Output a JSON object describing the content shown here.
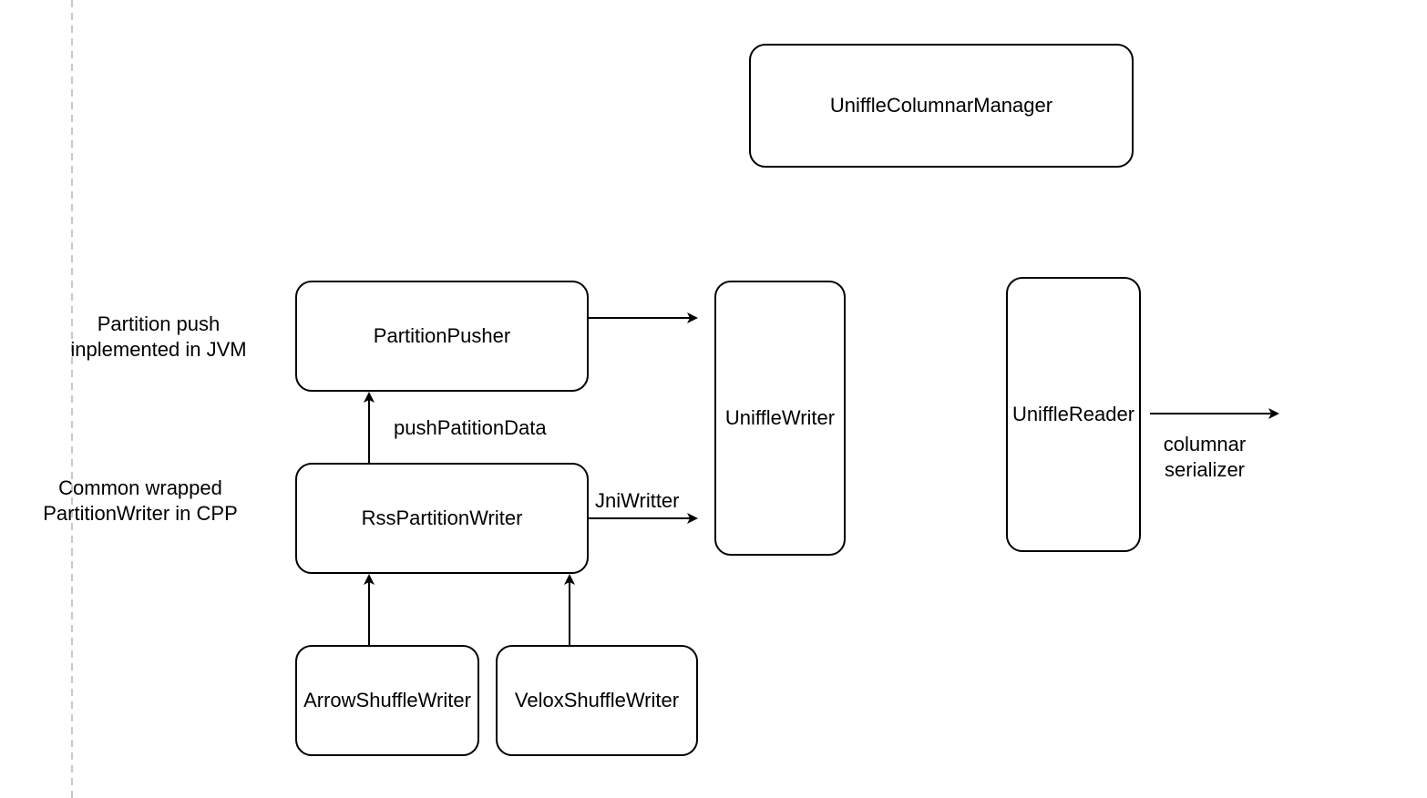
{
  "nodes": {
    "uniffle_columnar_manager": "UniffleColumnarManager",
    "partition_pusher": "PartitionPusher",
    "rss_partition_writer": "RssPartitionWriter",
    "arrow_shuffle_writer": "ArrowShuffleWriter",
    "velox_shuffle_writer": "VeloxShuffleWriter",
    "uniffle_writer": "UniffleWriter",
    "uniffle_reader": "UniffleReader"
  },
  "annotations": {
    "partition_push": "Partition push\ninplemented in JVM",
    "common_wrapped": "Common wrapped\nPartitionWriter in CPP",
    "push_partition_data": "pushPatitionData",
    "jni_writter": "JniWritter",
    "columnar_serializer": "columnar\nserializer"
  },
  "colors": {
    "stroke": "#000000",
    "divider": "#c8c8c8",
    "background": "#ffffff"
  }
}
